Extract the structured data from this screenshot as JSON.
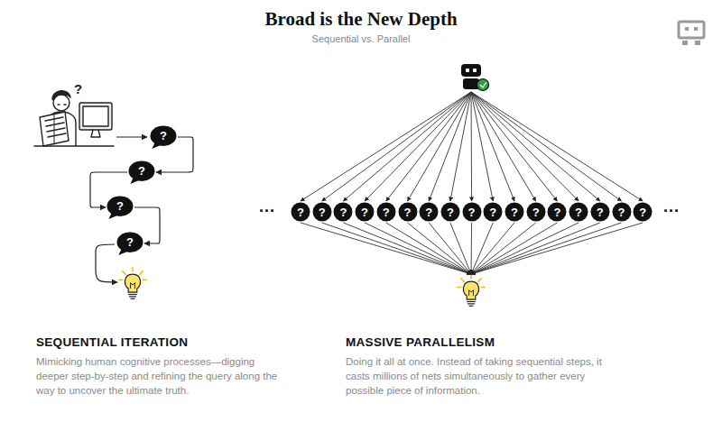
{
  "diagram": {
    "title": "Broad is the New Depth",
    "nodes": [
      {
        "text": [
          "?"
        ]
      },
      {
        "text": [
          "?"
        ]
      },
      {
        "text": [
          "?"
        ]
      },
      {
        "text": [
          "?"
        ]
      },
      {
        "text": [
          "?"
        ]
      },
      {
        "text": [
          "?"
        ]
      },
      {
        "text": [
          "?"
        ]
      },
      {
        "text": [
          "?"
        ]
      },
      {
        "text": [
          "?"
        ]
      },
      {
        "text": [
          "?"
        ]
      },
      {
        "text": [
          "?"
        ]
      },
      {
        "text": [
          "?"
        ]
      },
      {
        "text": [
          "?"
        ]
      },
      {
        "text": [
          "?"
        ]
      },
      {
        "text": [
          "?"
        ]
      },
      {
        "text": [
          "?"
        ]
      },
      {
        "text": [
          "?"
        ]
      },
      {
        "text": [
          "?"
        ]
      },
      {
        "text": [
          "?"
        ]
      },
      {
        "text": [
          "?"
        ]
      },
      {
        "text": [
          "?"
        ]
      }
    ],
    "edges": [
      {
        "from": 0,
        "to": 1,
        "arrow": "to"
      },
      {
        "from": 1,
        "to": 2,
        "arrow": "to"
      },
      {
        "from": 2,
        "to": 3,
        "arrow": "to"
      }
    ],
    "labels": [
      "Sequential vs. Parallel",
      "?",
      "...",
      "...",
      "SEQUENTIAL ITERATION",
      "Mimicking human cognitive processes—digging deeper step-by-step and refining the query along the way to uncover the ultimate truth.",
      "MASSIVE PARALLELISM",
      "Doing it all at once. Instead of taking sequential steps, it casts millions of nets simultaneously to gather every possible piece of information."
    ]
  }
}
